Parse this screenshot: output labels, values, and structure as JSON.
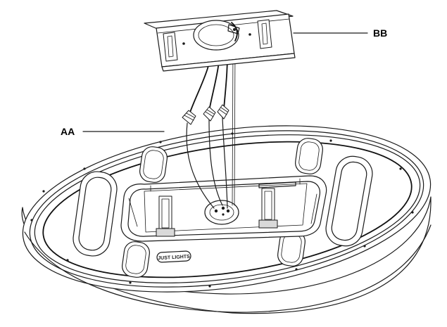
{
  "callouts": {
    "bracket_label": "BB",
    "fixture_label": "AA"
  },
  "badge": {
    "text": "JUST LIGHTS"
  },
  "colors": {
    "stroke": "#1a1a1a",
    "background": "#ffffff"
  }
}
